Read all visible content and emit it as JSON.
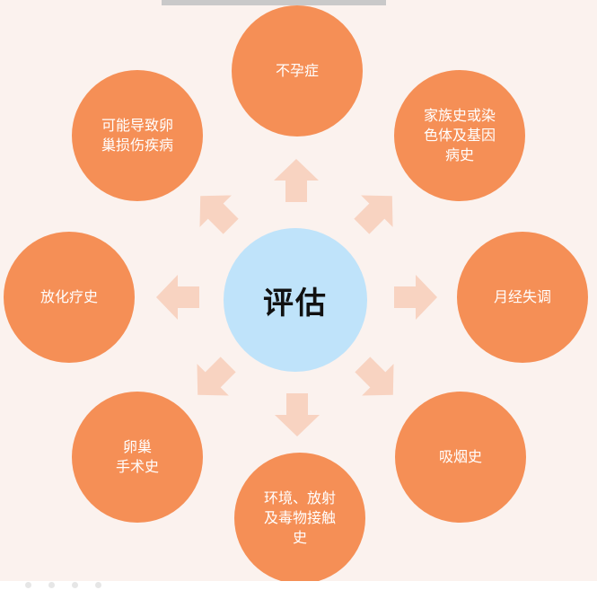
{
  "center": {
    "label": "评估"
  },
  "nodes": [
    {
      "id": "infertility",
      "label": "不孕症"
    },
    {
      "id": "family-history",
      "label": "家族史或染\n色体及基因\n病史"
    },
    {
      "id": "menstrual-disorder",
      "label": "月经失调"
    },
    {
      "id": "smoking-history",
      "label": "吸烟史"
    },
    {
      "id": "exposure-history",
      "label": "环境、放射\n及毒物接触\n史"
    },
    {
      "id": "ovarian-surgery",
      "label": "卵巢\n手术史"
    },
    {
      "id": "chemoradiotherapy",
      "label": "放化疗史"
    },
    {
      "id": "ovarian-damage-disease",
      "label": "可能导致卵\n巢损伤疾病"
    }
  ],
  "colors": {
    "background": "#fbf2ee",
    "node_fill": "#f58f56",
    "center_fill": "#bfe3fa",
    "arrow_fill": "#f8d3c1",
    "node_text": "#ffffff",
    "center_text": "#111111"
  }
}
